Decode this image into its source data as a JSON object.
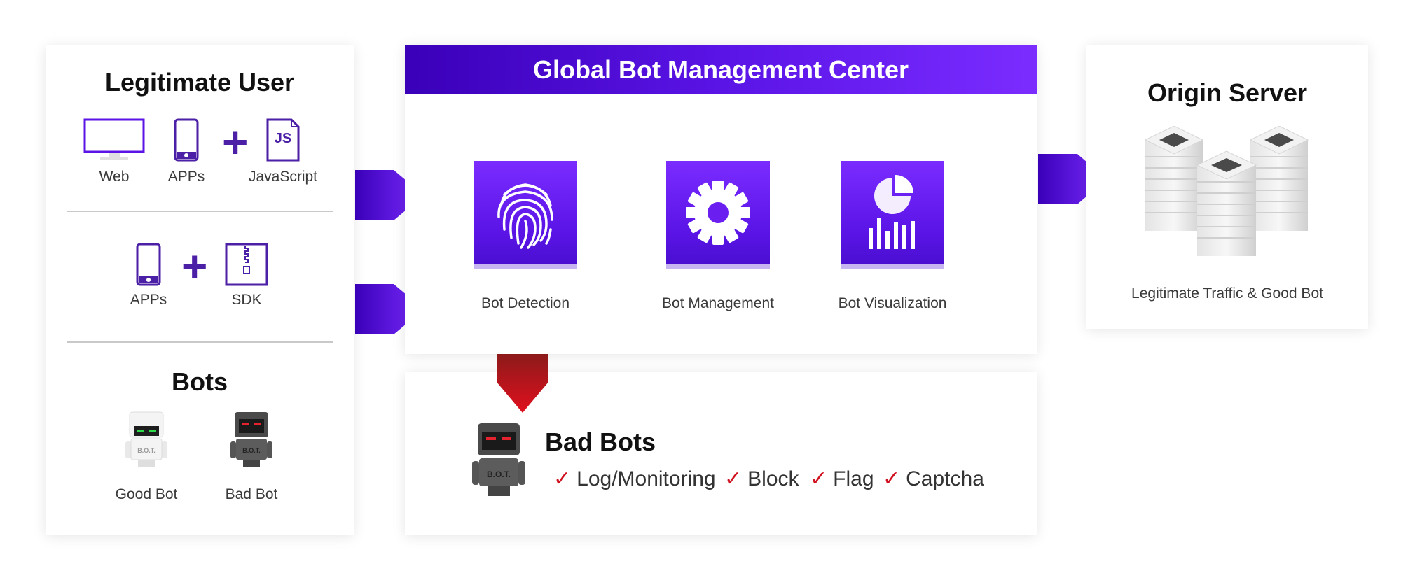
{
  "legitimate": {
    "title": "Legitimate User",
    "row1": {
      "web": "Web",
      "apps": "APPs",
      "js": "JavaScript",
      "js_badge": "JS"
    },
    "row2": {
      "apps": "APPs",
      "sdk": "SDK"
    },
    "bots_title": "Bots",
    "good_bot": "Good Bot",
    "bad_bot": "Bad Bot",
    "bot_badge": "B.O.T."
  },
  "center": {
    "title": "Global Bot Management Center",
    "tiles": [
      {
        "label": "Bot Detection",
        "icon": "fingerprint-icon"
      },
      {
        "label": "Bot Management",
        "icon": "gear-icon"
      },
      {
        "label": "Bot Visualization",
        "icon": "chart-icon"
      }
    ]
  },
  "badbots": {
    "title": "Bad Bots",
    "actions": [
      "Log/Monitoring",
      "Block",
      "Flag",
      "Captcha"
    ]
  },
  "origin": {
    "title": "Origin Server",
    "label": "Legitimate Traffic & Good Bot"
  },
  "colors": {
    "purple": "#5a14e6",
    "purple_dark": "#3a00b8",
    "red": "#d0101f"
  }
}
